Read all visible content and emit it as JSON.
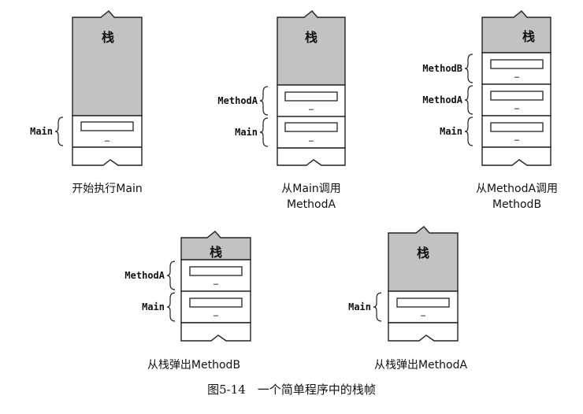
{
  "stack_title": "栈",
  "ellipsis": "…",
  "labels": {
    "main": "Main",
    "methodA": "MethodA",
    "methodB": "MethodB"
  },
  "panels": [
    {
      "frames": [
        "Main"
      ],
      "caption_lines": [
        "开始执行Main"
      ]
    },
    {
      "frames": [
        "MethodA",
        "Main"
      ],
      "caption_lines": [
        "从Main调用",
        "MethodA"
      ]
    },
    {
      "frames": [
        "MethodB",
        "MethodA",
        "Main"
      ],
      "caption_lines": [
        "从MethodA调用",
        "MethodB"
      ]
    },
    {
      "frames": [
        "MethodA",
        "Main"
      ],
      "caption_lines": [
        "从栈弹出MethodB"
      ]
    },
    {
      "frames": [
        "Main"
      ],
      "caption_lines": [
        "从栈弹出MethodA"
      ]
    }
  ],
  "figure_caption": "图5-14　一个简单程序中的栈帧"
}
